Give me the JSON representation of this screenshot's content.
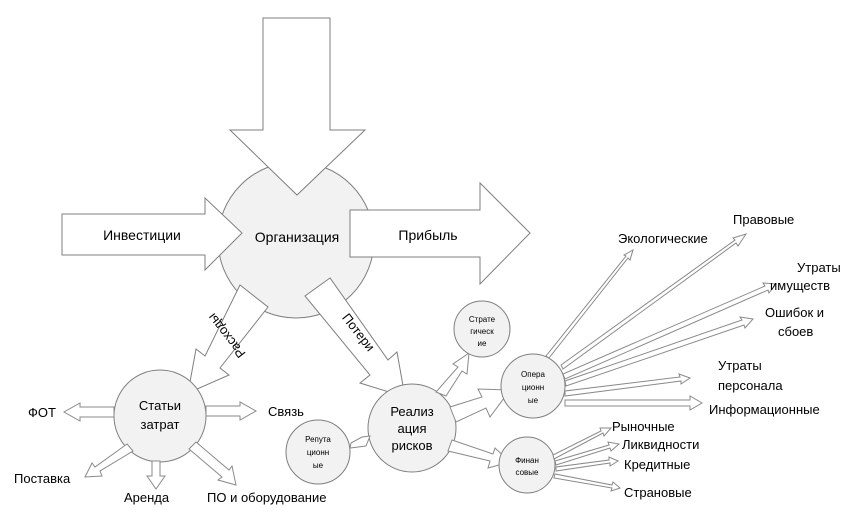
{
  "nodes": {
    "center": "Организация",
    "cost_items": [
      "Статьи",
      "затрат"
    ],
    "risk_realization": [
      "Реализ",
      "ация",
      "рисков"
    ],
    "strategic": [
      "Страте",
      "гическ",
      "ие"
    ],
    "operational": [
      "Опера",
      "ционн",
      "ые"
    ],
    "financial": [
      "Финан",
      "совые"
    ],
    "reputational": [
      "Репута",
      "ционн",
      "ые"
    ]
  },
  "arrows": {
    "investments": "Инвестиции",
    "profit": "Прибыль",
    "expenses": "Расходы",
    "losses": "Потери"
  },
  "cost_branches": {
    "fot": "ФОТ",
    "communication": "Связь",
    "supply": "Поставка",
    "rent": "Аренда",
    "software": "ПО и оборудование"
  },
  "operational_risks": {
    "ecological": "Экологические",
    "legal": "Правовые",
    "property_loss": [
      "Утраты",
      "имуществ"
    ],
    "errors": [
      "Ошибок и",
      "сбоев"
    ],
    "personnel_loss": [
      "Утраты",
      "персонала"
    ],
    "information": "Информационные"
  },
  "financial_risks": {
    "market": "Рыночные",
    "liquidity": "Ликвидности",
    "credit": "Кредитные",
    "country": "Страновые"
  },
  "colors": {
    "node_fill": "#f2f2f2",
    "stroke": "#7f7f7f",
    "arrow_fill": "#ffffff"
  }
}
